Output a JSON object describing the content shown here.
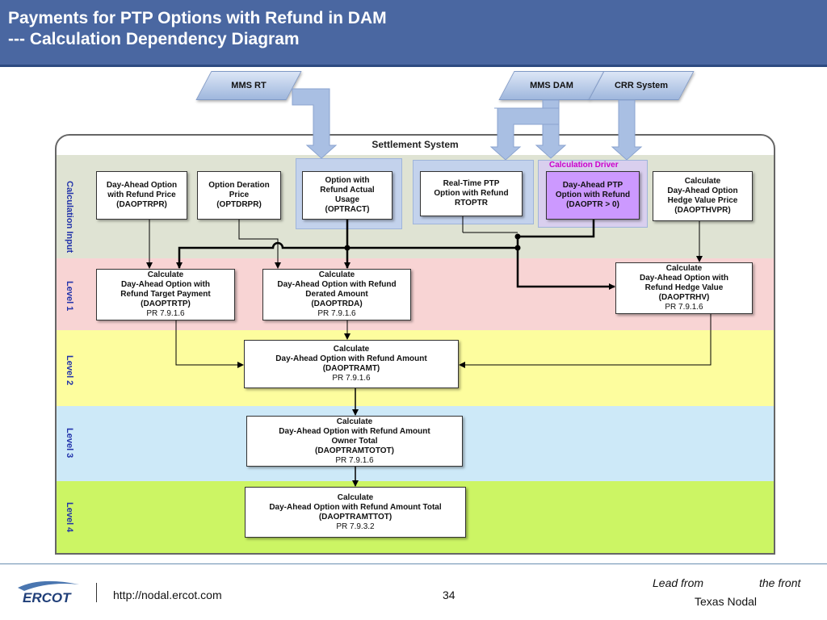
{
  "header": {
    "title": "Payments for PTP Options with Refund in DAM\n--- Calculation Dependency Diagram"
  },
  "sources": {
    "mms_rt": "MMS RT",
    "mms_dam": "MMS DAM",
    "crr_system": "CRR System"
  },
  "settlement": {
    "title": "Settlement System",
    "calculation_driver": "Calculation Driver"
  },
  "bands": {
    "input": "Calculation Input",
    "level1": "Level 1",
    "level2": "Level 2",
    "level3": "Level 3",
    "level4": "Level 4"
  },
  "inputs": {
    "daoptrpr": [
      "Day-Ahead Option",
      "with Refund Price",
      "(DAOPTRPR)"
    ],
    "optdrpr": [
      "Option Deration",
      "Price",
      "(OPTDRPR)"
    ],
    "optract": [
      "Option with",
      "Refund Actual",
      "Usage",
      "(OPTRACT)"
    ],
    "rtoptr": [
      "Real-Time PTP",
      "Option with Refund",
      "RTOPTR"
    ],
    "daoptr": [
      "Day-Ahead PTP",
      "Option with Refund",
      "(DAOPTR > 0)"
    ],
    "daopthvpr": [
      "Calculate",
      "Day-Ahead Option",
      "Hedge Value Price",
      "(DAOPTHVPR)"
    ]
  },
  "level1": {
    "daoptrtp": [
      "Calculate",
      "Day-Ahead Option with",
      "Refund Target Payment",
      "(DAOPTRTP)",
      "PR 7.9.1.6"
    ],
    "daoptrda": [
      "Calculate",
      "Day-Ahead Option with Refund",
      "Derated Amount",
      "(DAOPTRDA)",
      "PR 7.9.1.6"
    ],
    "daoptrhv": [
      "Calculate",
      "Day-Ahead Option with",
      "Refund Hedge Value",
      "(DAOPTRHV)",
      "PR 7.9.1.6"
    ]
  },
  "level2": {
    "daoptramt": [
      "Calculate",
      "Day-Ahead Option with Refund Amount",
      "(DAOPTRAMT)",
      "PR 7.9.1.6"
    ]
  },
  "level3": {
    "daoptramtotot": [
      "Calculate",
      "Day-Ahead Option with Refund Amount",
      "Owner Total",
      "(DAOPTRAMTOTOT)",
      "PR 7.9.1.6"
    ]
  },
  "level4": {
    "daoptramttot": [
      "Calculate",
      "Day-Ahead Option with Refund Amount Total",
      "(DAOPTRAMTTOT)",
      "PR 7.9.3.2"
    ]
  },
  "footer": {
    "url": "http://nodal.ercot.com",
    "page": "34",
    "lead_from": "Lead from",
    "the_front": "the front",
    "texas_nodal": "Texas Nodal",
    "logo_text": "ERCOT"
  },
  "colors": {
    "header": "#4a67a1",
    "input_band": "#dfe3d3",
    "level1_band": "#f8d4d4",
    "level2_band": "#fdfd9e",
    "level3_band": "#cde9f8",
    "level4_band": "#ccf564",
    "driver_box": "#cc99ff",
    "pipe": "#a9bfe3"
  }
}
